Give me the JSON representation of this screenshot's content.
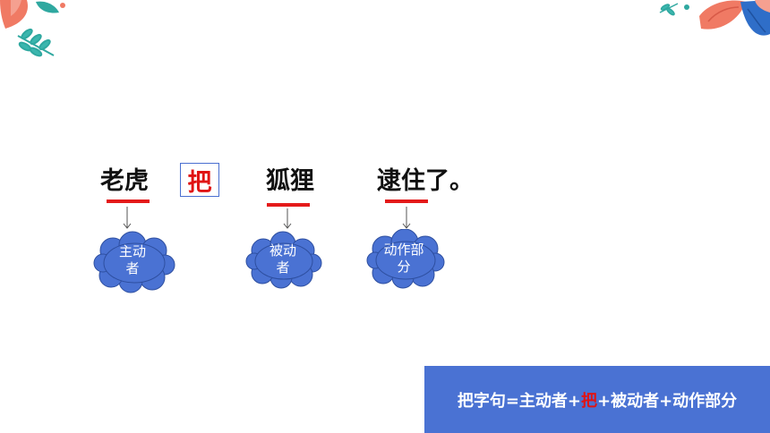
{
  "sentence": {
    "subject": "老虎",
    "ba": "把",
    "object": "狐狸",
    "action": "逮住了。"
  },
  "labels": {
    "subject_role": "主动者",
    "object_role": "被动者",
    "action_role": "动作部分"
  },
  "formula": {
    "part1": "把字句=主动者+",
    "highlight": "把",
    "part2": "+被动者+动作部分"
  },
  "colors": {
    "accent_red": "#e41a1a",
    "cloud_blue": "#4a72d3",
    "formula_bg": "#4a72d3"
  },
  "decorations": [
    "leaf-cluster-top-left",
    "leaf-cluster-top-right"
  ]
}
